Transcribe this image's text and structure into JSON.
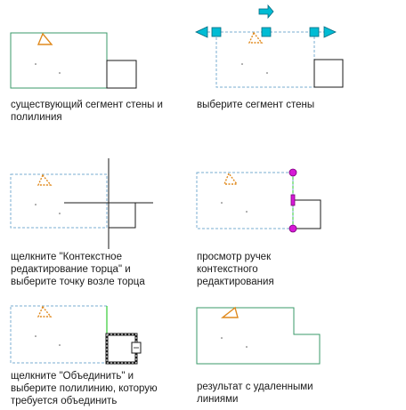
{
  "steps": [
    {
      "caption": "существующий сегмент стены и\nполилиния"
    },
    {
      "caption": "выберите сегмент стены"
    },
    {
      "caption": "щелкните \"Контекстное\nредактирование торца\" и\nвыберите точку возле торца"
    },
    {
      "caption": "просмотр ручек\nконтекстного\nредактирования"
    },
    {
      "caption": "щелкните \"Объединить\" и\nвыберите полилинию, которую\nтребуется объединить"
    },
    {
      "caption": "результат с удаленными\nлиниями"
    }
  ],
  "colors": {
    "wall": "#3a9a6a",
    "wall_selected": "#7aaed0",
    "polyline": "#1a1a1a",
    "grip": "#00bcd4",
    "grip_end": "#d61ad6",
    "hatch": "#e08a1e",
    "highlight": "#33cc33"
  }
}
